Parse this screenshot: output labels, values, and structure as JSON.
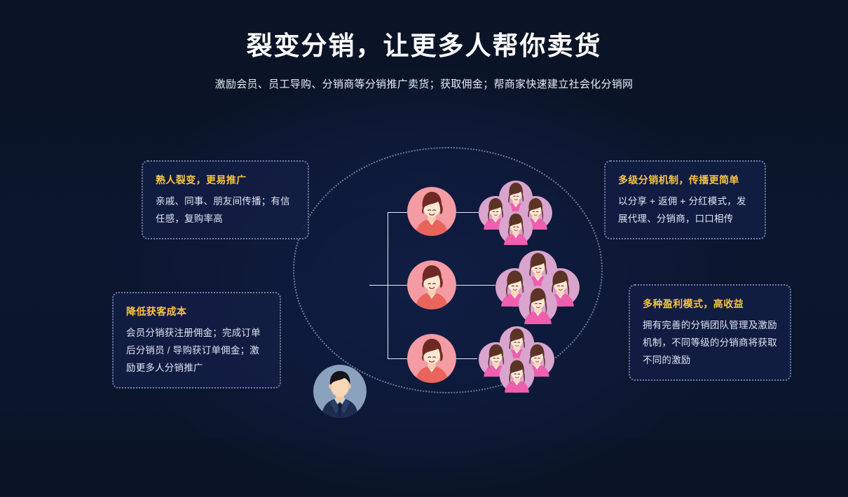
{
  "header": {
    "title": "裂变分销，让更多人帮你卖货",
    "subtitle": "激励会员、员工导购、分销商等分销推广卖货；获取佣金；帮商家快速建立社会化分销网"
  },
  "colors": {
    "background": "#0a1426",
    "glow": "#132352",
    "accent_title": "#f6c443",
    "body_text": "#dfe5f2",
    "card_fill": "#121d43",
    "card_border": "#c4d0f0",
    "line": "#e9eefb",
    "avatar_lead_circle": "#8da3c0",
    "avatar_woman_circle": "#f29aa4",
    "avatar_small_circle": "#d9a4ce",
    "avatar_small_top": "#ef5fae"
  },
  "cards": [
    {
      "id": "card-tl",
      "name": "familiar-fission",
      "title": "熟人裂变，更易推广",
      "body": "亲戚、同事、朋友间传播；有信任感，复购率高"
    },
    {
      "id": "card-bl",
      "name": "lower-acquisition-cost",
      "title": "降低获客成本",
      "body": "会员分销获注册佣金；完成订单后分销员 / 导购获订单佣金；激励更多人分销推广"
    },
    {
      "id": "card-tr",
      "name": "multi-level-mechanism",
      "title": "多级分销机制，传播更简单",
      "body": "以分享 + 返佣 + 分红模式，发展代理、分销商，口口相传"
    },
    {
      "id": "card-br",
      "name": "multi-profit-modes",
      "title": "多种盈利模式，高收益",
      "body": "拥有完善的分销团队管理及激励机制，不同等级的分销商将获取不同的激励"
    }
  ],
  "diagram": {
    "orbit_label": "dotted-ellipse",
    "root": {
      "name": "root-distributor-avatar",
      "type": "man-in-suit"
    },
    "branches": [
      {
        "name": "branch-top",
        "avatar": "woman-avatar",
        "cluster_count": 4
      },
      {
        "name": "branch-middle",
        "avatar": "woman-avatar",
        "cluster_count": 4
      },
      {
        "name": "branch-bottom",
        "avatar": "woman-avatar",
        "cluster_count": 4
      }
    ]
  }
}
